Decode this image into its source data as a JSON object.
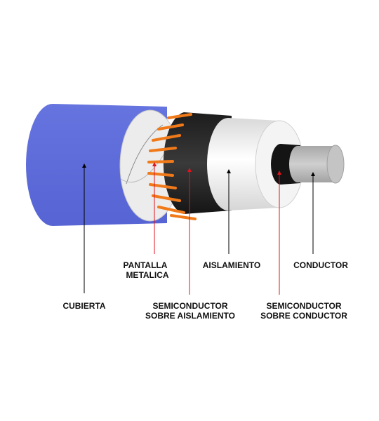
{
  "colors": {
    "jacket": "#5b6ad8",
    "jacket_dark": "#4a58c4",
    "screen_tape": "#e8e8e8",
    "screen_wires": "#f07a1a",
    "semiconductor": "#111111",
    "insulation": "#efefef",
    "conductor": "#b8b8b8",
    "black_arrow": "#000000",
    "red_arrow": "#e0141e"
  },
  "labels": {
    "cubierta": "CUBIERTA",
    "pantalla_line1": "PANTALLA",
    "pantalla_line2": "METALICA",
    "aislamiento": "AISLAMIENTO",
    "conductor": "CONDUCTOR",
    "semi_ais_line1": "SEMICONDUCTOR",
    "semi_ais_line2": "SOBRE AISLAMIENTO",
    "semi_cond_line1": "SEMICONDUCTOR",
    "semi_cond_line2": "SOBRE CONDUCTOR"
  }
}
